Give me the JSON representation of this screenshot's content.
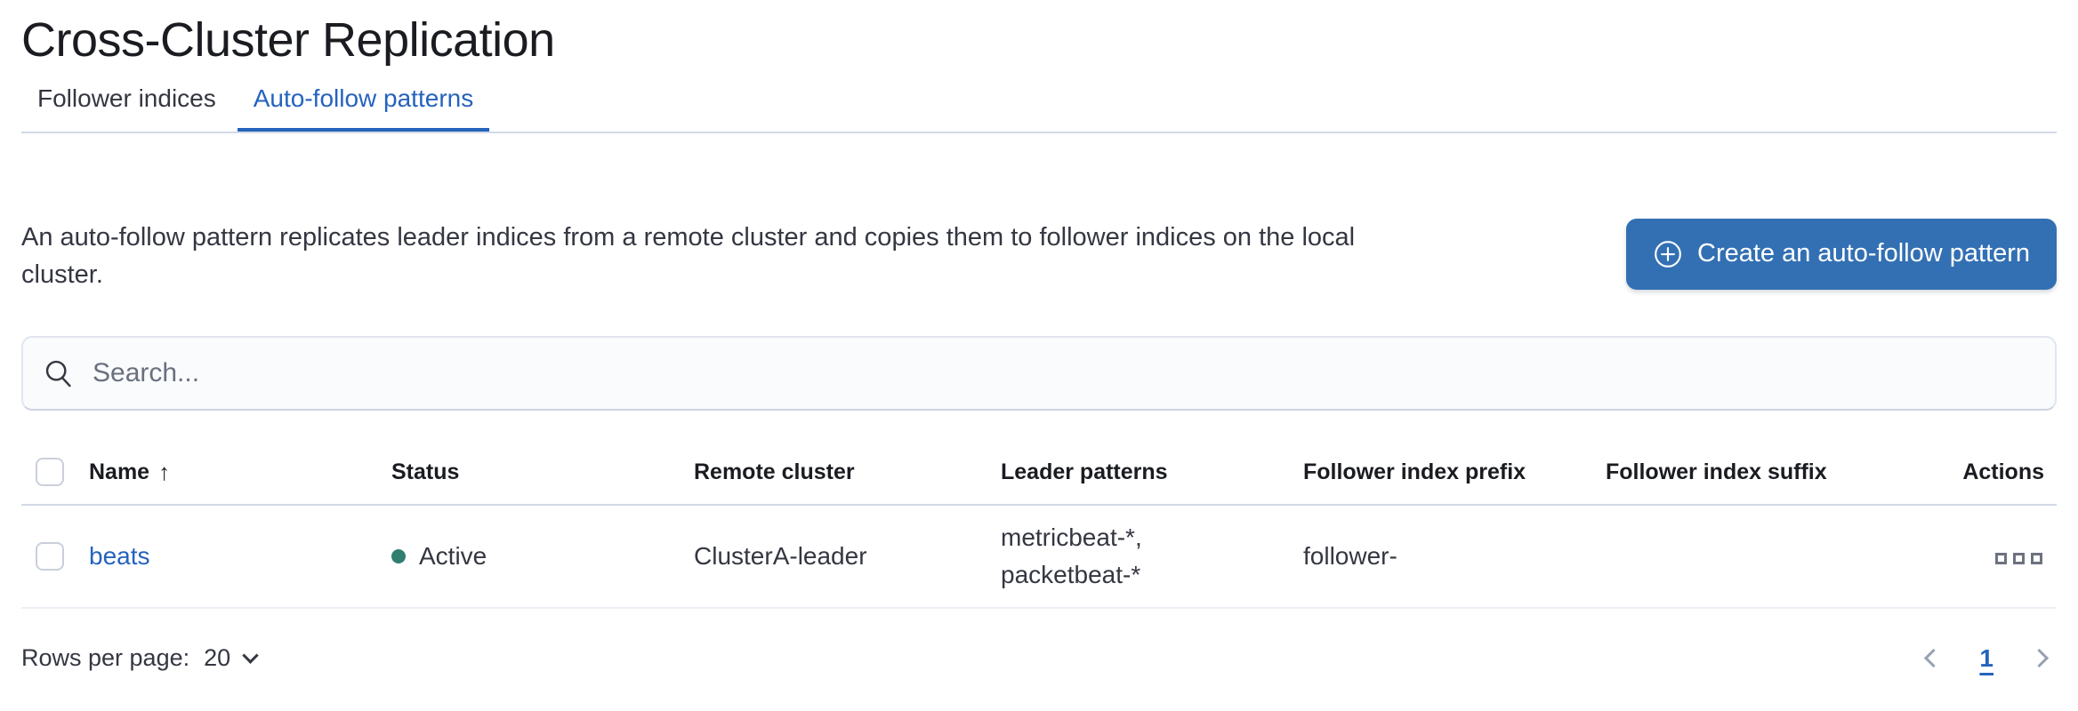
{
  "page": {
    "title": "Cross-Cluster Replication"
  },
  "tabs": [
    {
      "label": "Follower indices",
      "active": false
    },
    {
      "label": "Auto-follow patterns",
      "active": true
    }
  ],
  "intro": {
    "description": "An auto-follow pattern replicates leader indices from a remote cluster and copies them to follower indices on the local cluster.",
    "create_button_label": "Create an auto-follow pattern",
    "create_button_icon": "plus-in-circle-icon"
  },
  "search": {
    "placeholder": "Search...",
    "value": "",
    "icon": "search-icon"
  },
  "table": {
    "columns": [
      "Name",
      "Status",
      "Remote cluster",
      "Leader patterns",
      "Follower index prefix",
      "Follower index suffix",
      "Actions"
    ],
    "sort": {
      "column": "Name",
      "direction": "ascending",
      "icon": "arrow-up-icon",
      "glyph": "↑"
    },
    "rows": [
      {
        "name": "beats",
        "status": "Active",
        "remote_cluster": "ClusterA-leader",
        "leader_patterns": "metricbeat-*, packetbeat-*",
        "follower_index_prefix": "follower-",
        "follower_index_suffix": "",
        "actions_icon": "boxes-horizontal-icon"
      }
    ]
  },
  "footer": {
    "rows_per_page_label": "Rows per page:",
    "rows_per_page_value": "20",
    "pagination": {
      "current_page": "1",
      "previous_icon": "chevron-left-icon",
      "next_icon": "chevron-right-icon"
    }
  },
  "colors": {
    "primary_blue": "#2563BD",
    "button_blue": "#3370B3",
    "status_active_green": "#2F7E70",
    "text": "#343741",
    "border": "#D3DAE6"
  }
}
